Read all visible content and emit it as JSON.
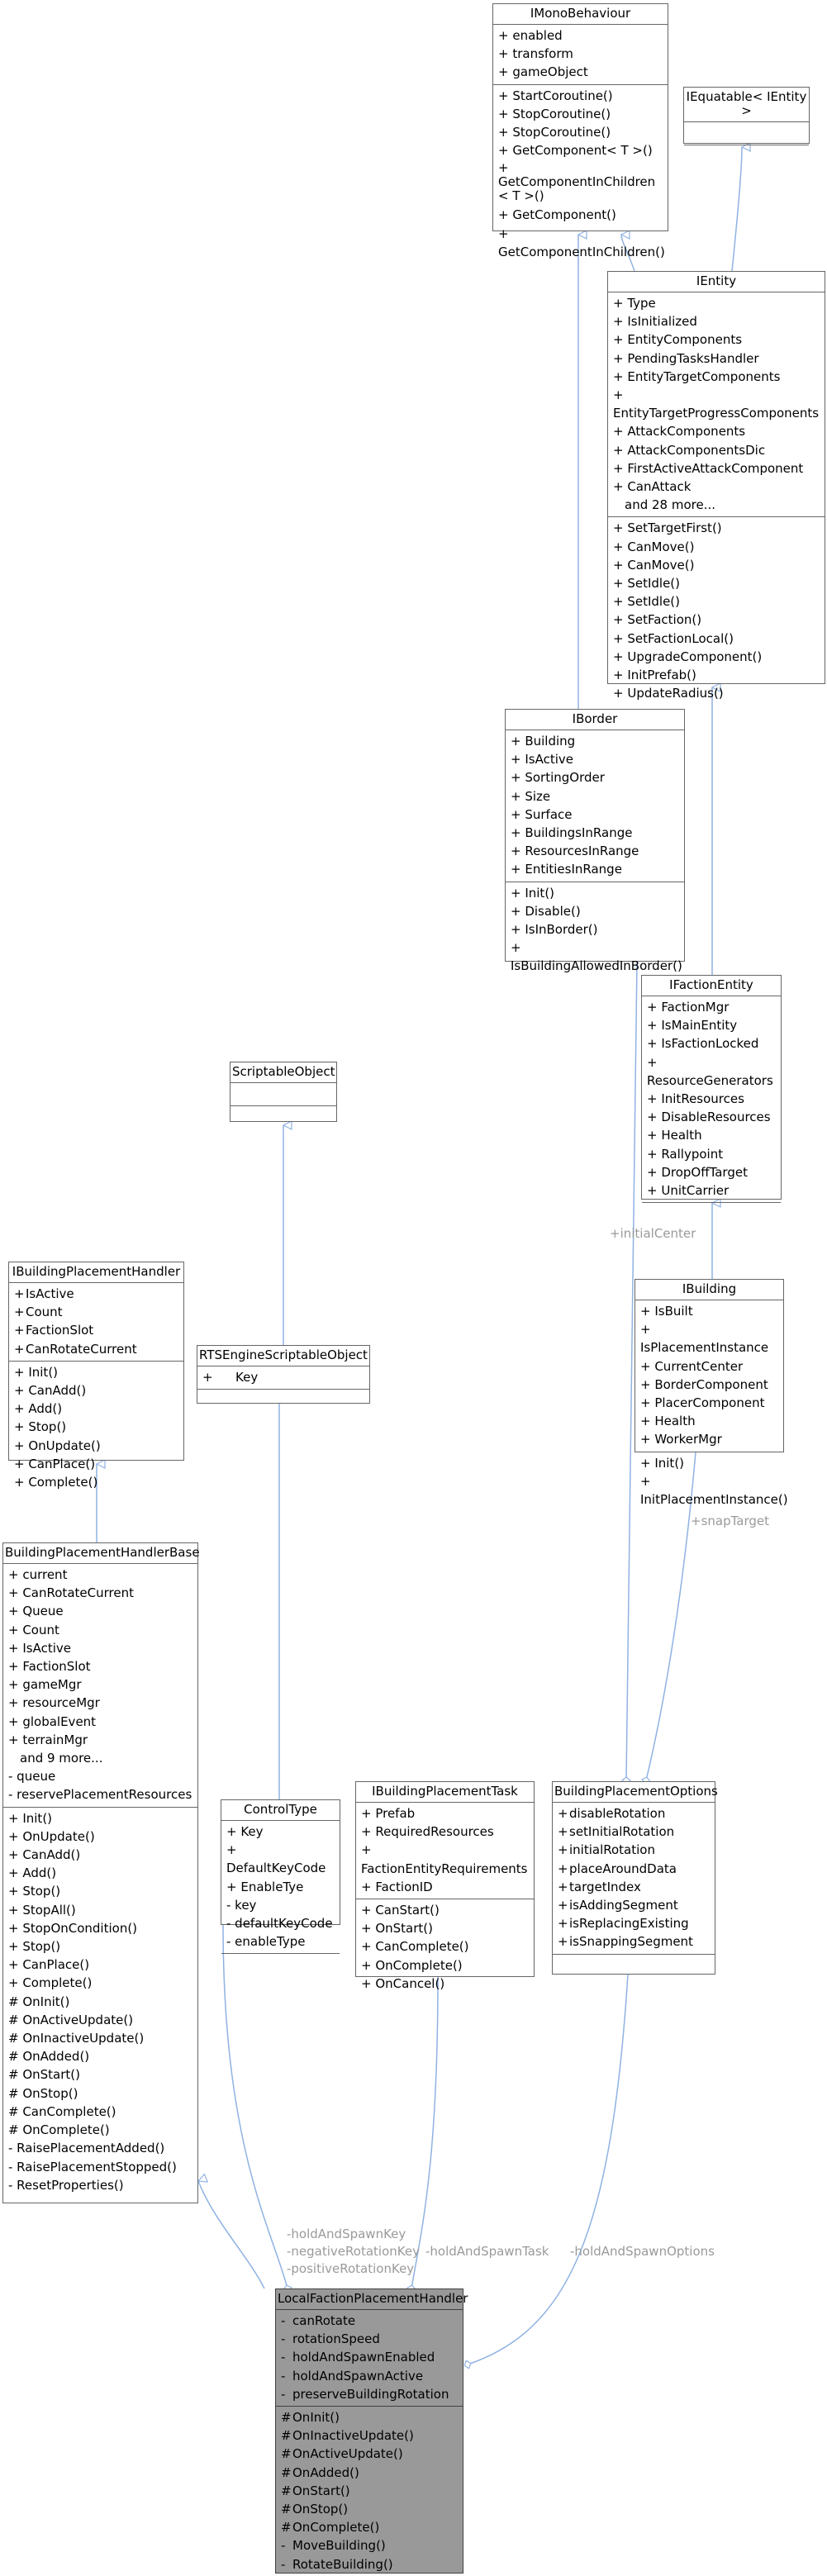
{
  "classes": {
    "IMonoBehaviour": {
      "name": "IMonoBehaviour",
      "attributes": [
        "+ enabled",
        "+ transform",
        "+ gameObject"
      ],
      "operations": [
        "+ StartCoroutine()",
        "+ StopCoroutine()",
        "+ StopCoroutine()",
        "+ GetComponent< T >()",
        "+ GetComponentInChildren\n    < T >()",
        "+ GetComponent()",
        "+ GetComponentInChildren()"
      ]
    },
    "IEquatable": {
      "name": "IEquatable< IEntity >",
      "attributes": [],
      "operations": []
    },
    "IEntity": {
      "name": "IEntity",
      "attributes": [
        "+ Type",
        "+ IsInitialized",
        "+ EntityComponents",
        "+ PendingTasksHandler",
        "+ EntityTargetComponents",
        "+ EntityTargetProgressComponents",
        "+ AttackComponents",
        "+ AttackComponentsDic",
        "+ FirstActiveAttackComponent",
        "+ CanAttack"
      ],
      "more": "and 28 more...",
      "operations": [
        "+ SetTargetFirst()",
        "+ CanMove()",
        "+ CanMove()",
        "+ SetIdle()",
        "+ SetIdle()",
        "+ SetFaction()",
        "+ SetFactionLocal()",
        "+ UpgradeComponent()",
        "+ InitPrefab()",
        "+ UpdateRadius()"
      ]
    },
    "IBorder": {
      "name": "IBorder",
      "attributes": [
        "+ Building",
        "+ IsActive",
        "+ SortingOrder",
        "+ Size",
        "+ Surface",
        "+ BuildingsInRange",
        "+ ResourcesInRange",
        "+ EntitiesInRange"
      ],
      "operations": [
        "+ Init()",
        "+ Disable()",
        "+ IsInBorder()",
        "+ IsBuildingAllowedInBorder()"
      ]
    },
    "IFactionEntity": {
      "name": "IFactionEntity",
      "attributes": [
        "+ FactionMgr",
        "+ IsMainEntity",
        "+ IsFactionLocked",
        "+ ResourceGenerators",
        "+ InitResources",
        "+ DisableResources",
        "+ Health",
        "+ Rallypoint",
        "+ DropOffTarget",
        "+ UnitCarrier"
      ],
      "operations": []
    },
    "IBuilding": {
      "name": "IBuilding",
      "attributes": [
        "+ IsBuilt",
        "+ IsPlacementInstance",
        "+ CurrentCenter",
        "+ BorderComponent",
        "+ PlacerComponent",
        "+ Health",
        "+ WorkerMgr"
      ],
      "operations": [
        "+ Init()",
        "+ InitPlacementInstance()"
      ]
    },
    "ScriptableObject": {
      "name": "ScriptableObject",
      "attributes": [],
      "operations": []
    },
    "RTSEngineScriptableObject": {
      "name": "RTSEngineScriptableObject",
      "attributes": [
        {
          "vis": "+",
          "name": "Key",
          "indent": true
        }
      ],
      "operations": []
    },
    "IBuildingPlacementHandler": {
      "name": "IBuildingPlacementHandler",
      "attributes": [
        {
          "vis": "+",
          "name": "IsActive"
        },
        {
          "vis": "+",
          "name": "Count"
        },
        {
          "vis": "+",
          "name": "FactionSlot"
        },
        {
          "vis": "+",
          "name": "CanRotateCurrent"
        }
      ],
      "operations": [
        "+ Init()",
        "+ CanAdd()",
        "+ Add()",
        "+ Stop()",
        "+ OnUpdate()",
        "+ CanPlace()",
        "+ Complete()"
      ]
    },
    "BuildingPlacementHandlerBase": {
      "name": "BuildingPlacementHandlerBase",
      "attributes": [
        "+ current",
        "+ CanRotateCurrent",
        "+ Queue",
        "+ Count",
        "+ IsActive",
        "+ FactionSlot",
        "+ gameMgr",
        "+ resourceMgr",
        "+ globalEvent",
        "+ terrainMgr"
      ],
      "more": "and 9 more...",
      "attributesTail": [
        "- queue",
        "- reservePlacementResources"
      ],
      "operations": [
        "+ Init()",
        "+ OnUpdate()",
        "+ CanAdd()",
        "+ Add()",
        "+ Stop()",
        "+ StopAll()",
        "+ StopOnCondition()",
        "+ Stop()",
        "+ CanPlace()",
        "+ Complete()",
        "# OnInit()",
        "# OnActiveUpdate()",
        "# OnInactiveUpdate()",
        "# OnAdded()",
        "# OnStart()",
        "# OnStop()",
        "# CanComplete()",
        "# OnComplete()",
        "- RaisePlacementAdded()",
        "- RaisePlacementStopped()",
        "- ResetProperties()"
      ]
    },
    "ControlType": {
      "name": "ControlType",
      "attributes": [
        "+ Key",
        "+ DefaultKeyCode",
        "+ EnableTye",
        "- key",
        "- defaultKeyCode",
        "- enableType"
      ],
      "operations": []
    },
    "IBuildingPlacementTask": {
      "name": "IBuildingPlacementTask",
      "attributes": [
        "+ Prefab",
        "+ RequiredResources",
        "+ FactionEntityRequirements",
        "+ FactionID"
      ],
      "operations": [
        "+ CanStart()",
        "+ OnStart()",
        "+ CanComplete()",
        "+ OnComplete()",
        "+ OnCancel()"
      ]
    },
    "BuildingPlacementOptions": {
      "name": "BuildingPlacementOptions",
      "attributes": [
        {
          "vis": "+",
          "name": "disableRotation"
        },
        {
          "vis": "+",
          "name": "setInitialRotation"
        },
        {
          "vis": "+",
          "name": "initialRotation"
        },
        {
          "vis": "+",
          "name": "placeAroundData"
        },
        {
          "vis": "+",
          "name": "targetIndex"
        },
        {
          "vis": "+",
          "name": "isAddingSegment"
        },
        {
          "vis": "+",
          "name": "isReplacingExisting"
        },
        {
          "vis": "+",
          "name": "isSnappingSegment"
        }
      ],
      "operations": []
    },
    "LocalFactionPlacementHandler": {
      "name": "LocalFactionPlacementHandler",
      "attributes": [
        {
          "vis": "-",
          "name": "canRotate"
        },
        {
          "vis": "-",
          "name": "rotationSpeed"
        },
        {
          "vis": "-",
          "name": "holdAndSpawnEnabled"
        },
        {
          "vis": "-",
          "name": "holdAndSpawnActive"
        },
        {
          "vis": "-",
          "name": "preserveBuildingRotation"
        }
      ],
      "operations": [
        {
          "vis": "#",
          "name": "OnInit()"
        },
        {
          "vis": "#",
          "name": "OnInactiveUpdate()"
        },
        {
          "vis": "#",
          "name": "OnActiveUpdate()"
        },
        {
          "vis": "#",
          "name": "OnAdded()"
        },
        {
          "vis": "#",
          "name": "OnStart()"
        },
        {
          "vis": "#",
          "name": "OnStop()"
        },
        {
          "vis": "#",
          "name": "OnComplete()"
        },
        {
          "vis": "-",
          "name": "MoveBuilding()"
        },
        {
          "vis": "-",
          "name": "RotateBuilding()"
        }
      ]
    }
  },
  "edge_labels": {
    "initialCenter": "+initialCenter",
    "snapTarget": "+snapTarget",
    "holdAndSpawnKey": "-holdAndSpawnKey",
    "negativeRotationKey": "-negativeRotationKey",
    "positiveRotationKey": "-positiveRotationKey",
    "holdAndSpawnTask": "-holdAndSpawnTask",
    "holdAndSpawnOptions": "-holdAndSpawnOptions"
  },
  "colors": {
    "edge": "#8fb2e2",
    "focus_fill": "#999999",
    "box_border": "#666666",
    "edge_label": "#9a9a9a"
  }
}
